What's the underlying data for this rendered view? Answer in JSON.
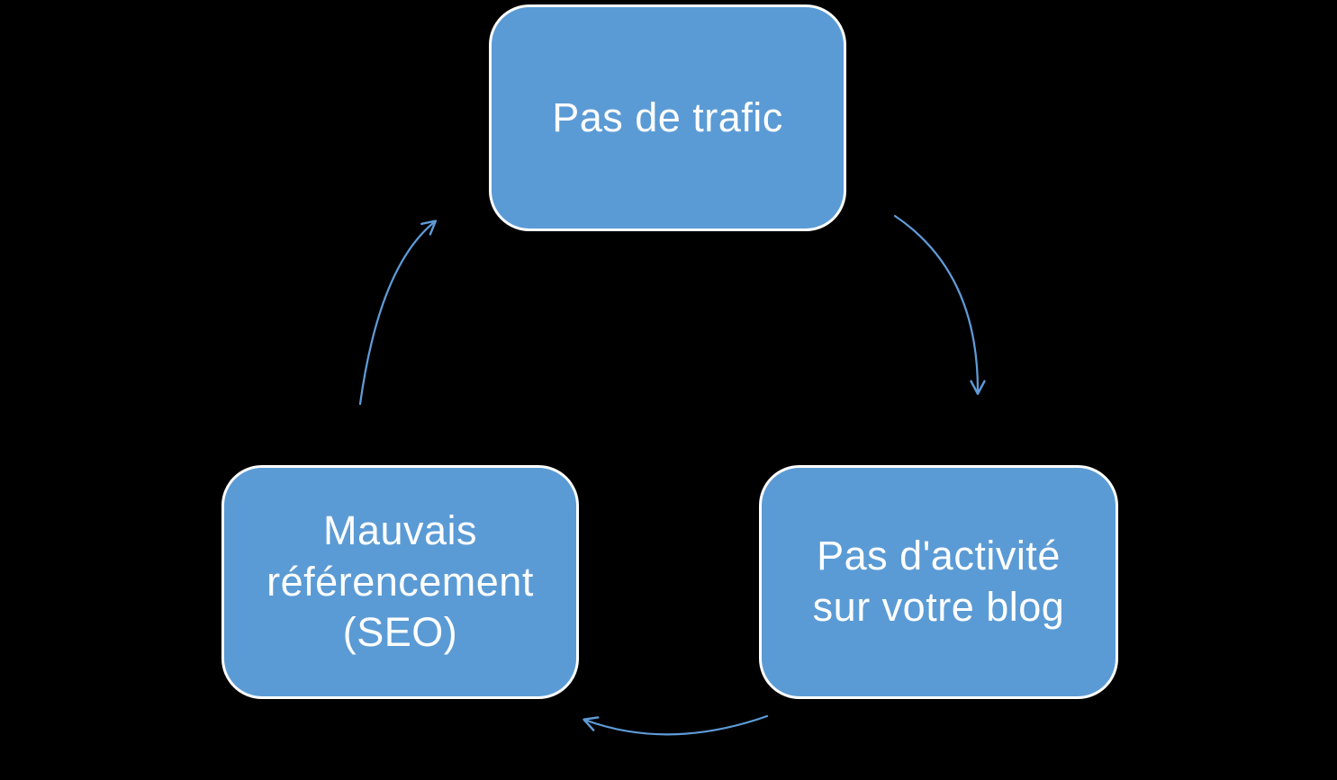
{
  "diagram": {
    "type": "cycle",
    "nodes": [
      {
        "id": "pas-de-trafic",
        "label": "Pas de trafic"
      },
      {
        "id": "pas-dactivite-blog",
        "label": "Pas d'activité\nsur votre blog"
      },
      {
        "id": "mauvais-referencement-seo",
        "label": "Mauvais\nréférencement\n(SEO)"
      }
    ],
    "edges": [
      {
        "from": "pas-de-trafic",
        "to": "pas-dactivite-blog"
      },
      {
        "from": "pas-dactivite-blog",
        "to": "mauvais-referencement-seo"
      },
      {
        "from": "mauvais-referencement-seo",
        "to": "pas-de-trafic"
      }
    ]
  },
  "colors": {
    "background": "#000000",
    "node-fill": "#5B9BD5",
    "node-border": "#FFFFFF",
    "node-text": "#FFFFFF",
    "arrow": "#5F9BD8"
  }
}
